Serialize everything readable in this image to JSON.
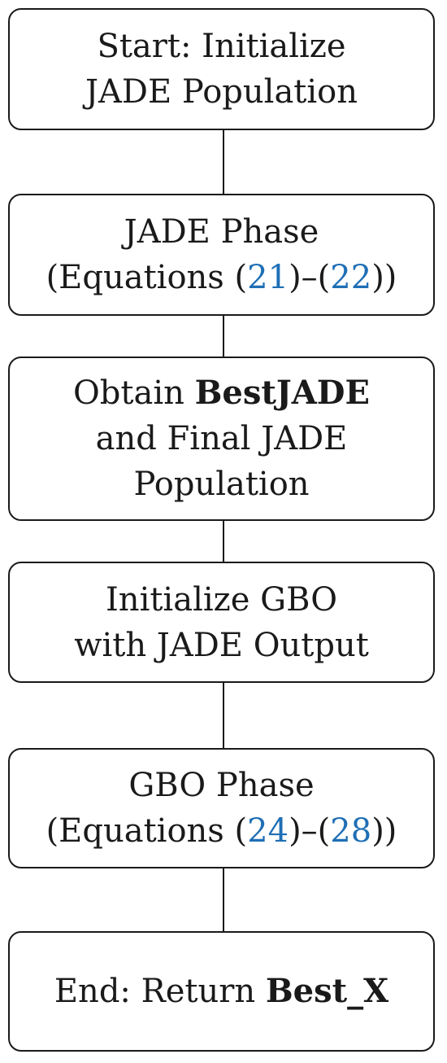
{
  "steps": [
    {
      "line1": "Start:  Initialize",
      "line2": "JADE Population"
    },
    {
      "line1": "JADE Phase",
      "line2_prefix": "(Equations (",
      "ref_a": "21",
      "line2_mid": ")–(",
      "ref_b": "22",
      "line2_suffix": "))"
    },
    {
      "line1_prefix": "Obtain ",
      "line1_bold": "BestJADE",
      "line2": "and Final JADE",
      "line3": "Population"
    },
    {
      "line1": "Initialize GBO",
      "line2": "with JADE Output"
    },
    {
      "line1": "GBO Phase",
      "line2_prefix": "(Equations (",
      "ref_a": "24",
      "line2_mid": ")–(",
      "ref_b": "28",
      "line2_suffix": "))"
    },
    {
      "line1_prefix": "End:  Return ",
      "line1_bold": "Best_X"
    }
  ],
  "colors": {
    "border": "#1a1a1a",
    "reference_link": "#1f6fb5"
  }
}
